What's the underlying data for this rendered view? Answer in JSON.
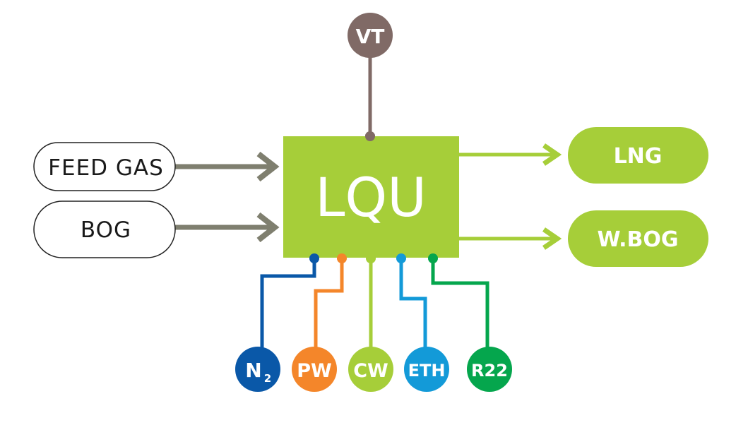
{
  "diagram": {
    "center_unit": {
      "label": "LQU",
      "color": "#a6ce39"
    },
    "top_input": {
      "label": "VT",
      "color": "#806a66"
    },
    "inputs": [
      {
        "label": "FEED GAS",
        "arrow_color": "#7f7f6f"
      },
      {
        "label": "BOG",
        "arrow_color": "#7f7f6f"
      }
    ],
    "outputs": [
      {
        "label": "LNG",
        "color": "#a6ce39"
      },
      {
        "label": "W.BOG",
        "color": "#a6ce39"
      }
    ],
    "utilities": [
      {
        "label": "N",
        "subscript": "2",
        "color": "#0a58a8"
      },
      {
        "label": "PW",
        "subscript": "",
        "color": "#f4862a"
      },
      {
        "label": "CW",
        "subscript": "",
        "color": "#a6ce39"
      },
      {
        "label": "ETH",
        "subscript": "",
        "color": "#139ad8"
      },
      {
        "label": "R22",
        "subscript": "",
        "color": "#05a64d"
      }
    ]
  }
}
